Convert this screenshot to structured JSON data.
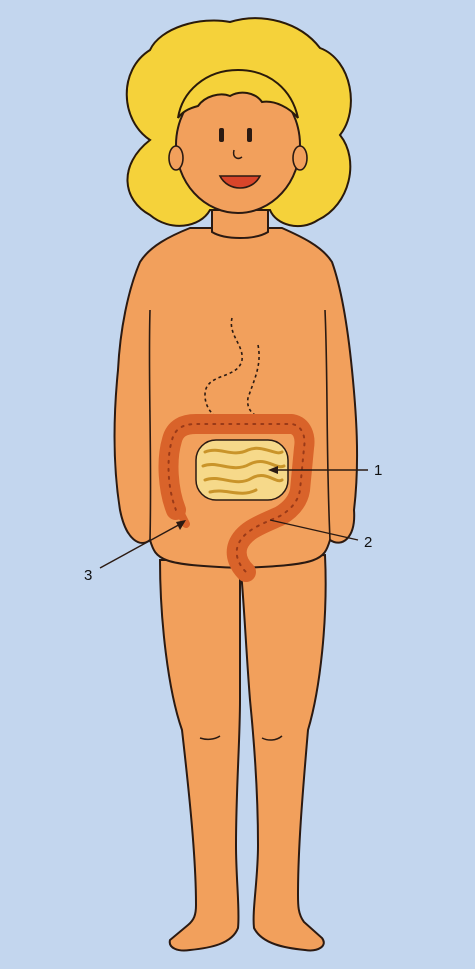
{
  "labels": [
    {
      "id": "1",
      "text": "1"
    },
    {
      "id": "2",
      "text": "2"
    },
    {
      "id": "3",
      "text": "3"
    }
  ],
  "colors": {
    "background": "#c3d6ee",
    "skin": "#f2a05c",
    "skin_shade": "#e98d45",
    "hair": "#f5d23a",
    "hair_outline": "#2a1a0a",
    "large_intestine": "#d9632a",
    "small_intestine": "#f6d98a",
    "outline": "#2b1a12"
  }
}
